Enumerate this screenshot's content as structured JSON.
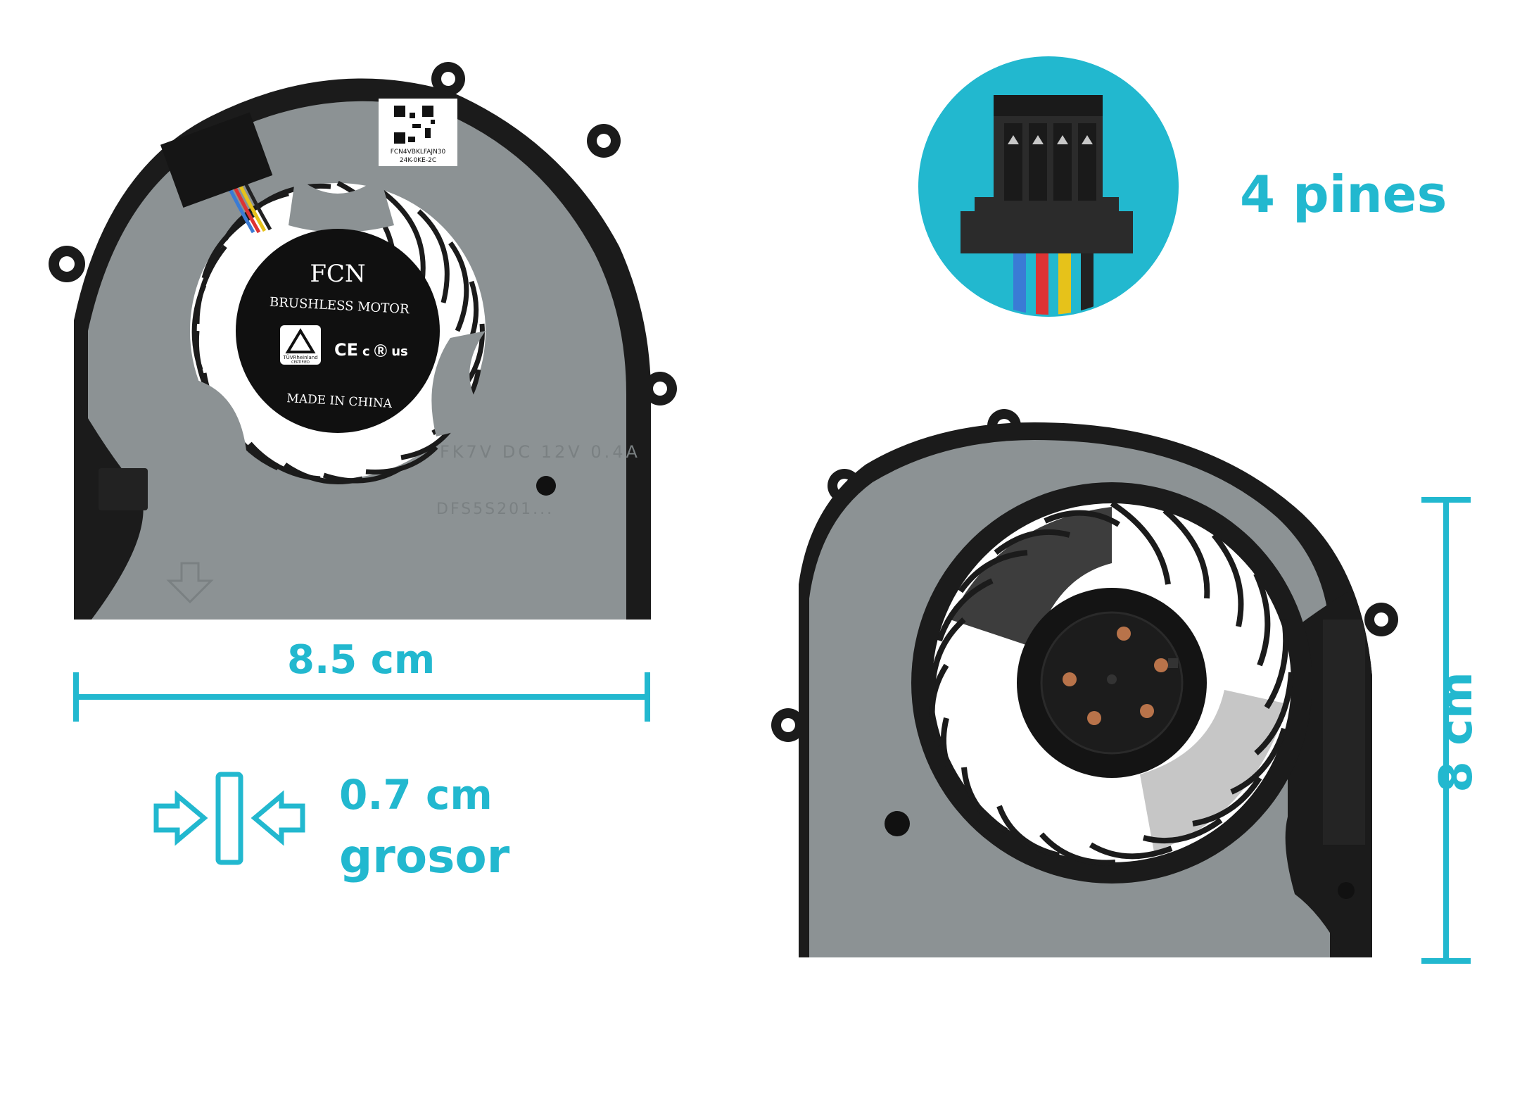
{
  "fan_front": {
    "hub_brand": "FCN",
    "hub_line1": "BRUSHLESS MOTOR",
    "hub_origin": "MADE IN CHINA",
    "cert_label": "TÜVRheinland",
    "cert_sub": "CERTIFIED",
    "ce_mark": "CE",
    "ul_mark": "c Ⓡ us",
    "sticker_line1": "FCN4VBKLFAJN30",
    "sticker_line2": "24K-0KE-2C",
    "rating_text": "FK7V  DC  12V  0.4A",
    "model_text": "DFS5S201..."
  },
  "labels": {
    "width": "8.5 cm",
    "height": "8 cm",
    "pins": "4 pines",
    "thickness_value": "0.7 cm",
    "thickness_word": "grosor"
  },
  "colors": {
    "accent": "#22b8cf",
    "fan_body": "#8c9294",
    "fan_frame": "#1b1b1b"
  },
  "icons": {
    "connector": "connector-4pin-icon",
    "thickness": "thickness-arrows-icon"
  }
}
